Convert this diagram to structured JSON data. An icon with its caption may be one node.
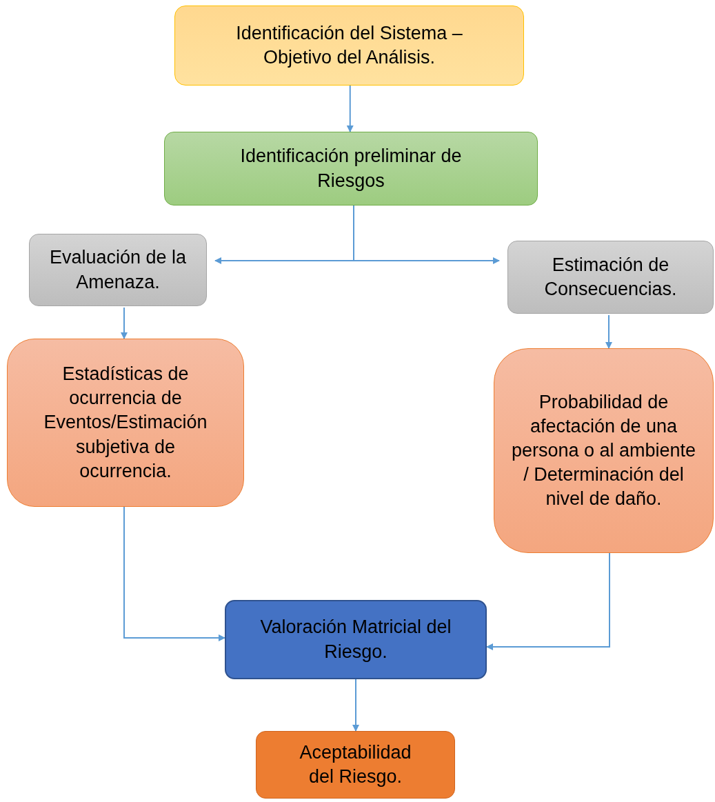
{
  "diagram": {
    "nodes": [
      {
        "text": [
          "Identificación del Sistema – Objetivo del Análisis."
        ]
      },
      {
        "text": [
          "Identificación preliminar de Riesgos"
        ]
      },
      {
        "text": [
          "Evaluación de la Amenaza."
        ]
      },
      {
        "text": [
          "Estimación de Consecuencias."
        ]
      },
      {
        "text": [
          "Estadísticas de ocurrencia de Eventos/Estimación subjetiva de ocurrencia."
        ]
      },
      {
        "text": [
          "Probabilidad de afectación de una persona o al ambiente / Determinación del nivel de daño."
        ]
      },
      {
        "text": [
          "Valoración Matricial del Riesgo."
        ]
      },
      {
        "text": [
          "Aceptabilidad del Riesgo."
        ]
      }
    ],
    "edges": [
      {
        "from": 0,
        "to": 1,
        "arrow": "to"
      },
      {
        "from": 1,
        "to": 2,
        "arrow": "to"
      },
      {
        "from": 1,
        "to": 3,
        "arrow": "to"
      },
      {
        "from": 2,
        "to": 4,
        "arrow": "to"
      },
      {
        "from": 3,
        "to": 5,
        "arrow": "to"
      },
      {
        "from": 4,
        "to": 6,
        "arrow": "to"
      },
      {
        "from": 5,
        "to": 6,
        "arrow": "to"
      },
      {
        "from": 6,
        "to": 7,
        "arrow": "to"
      }
    ]
  }
}
